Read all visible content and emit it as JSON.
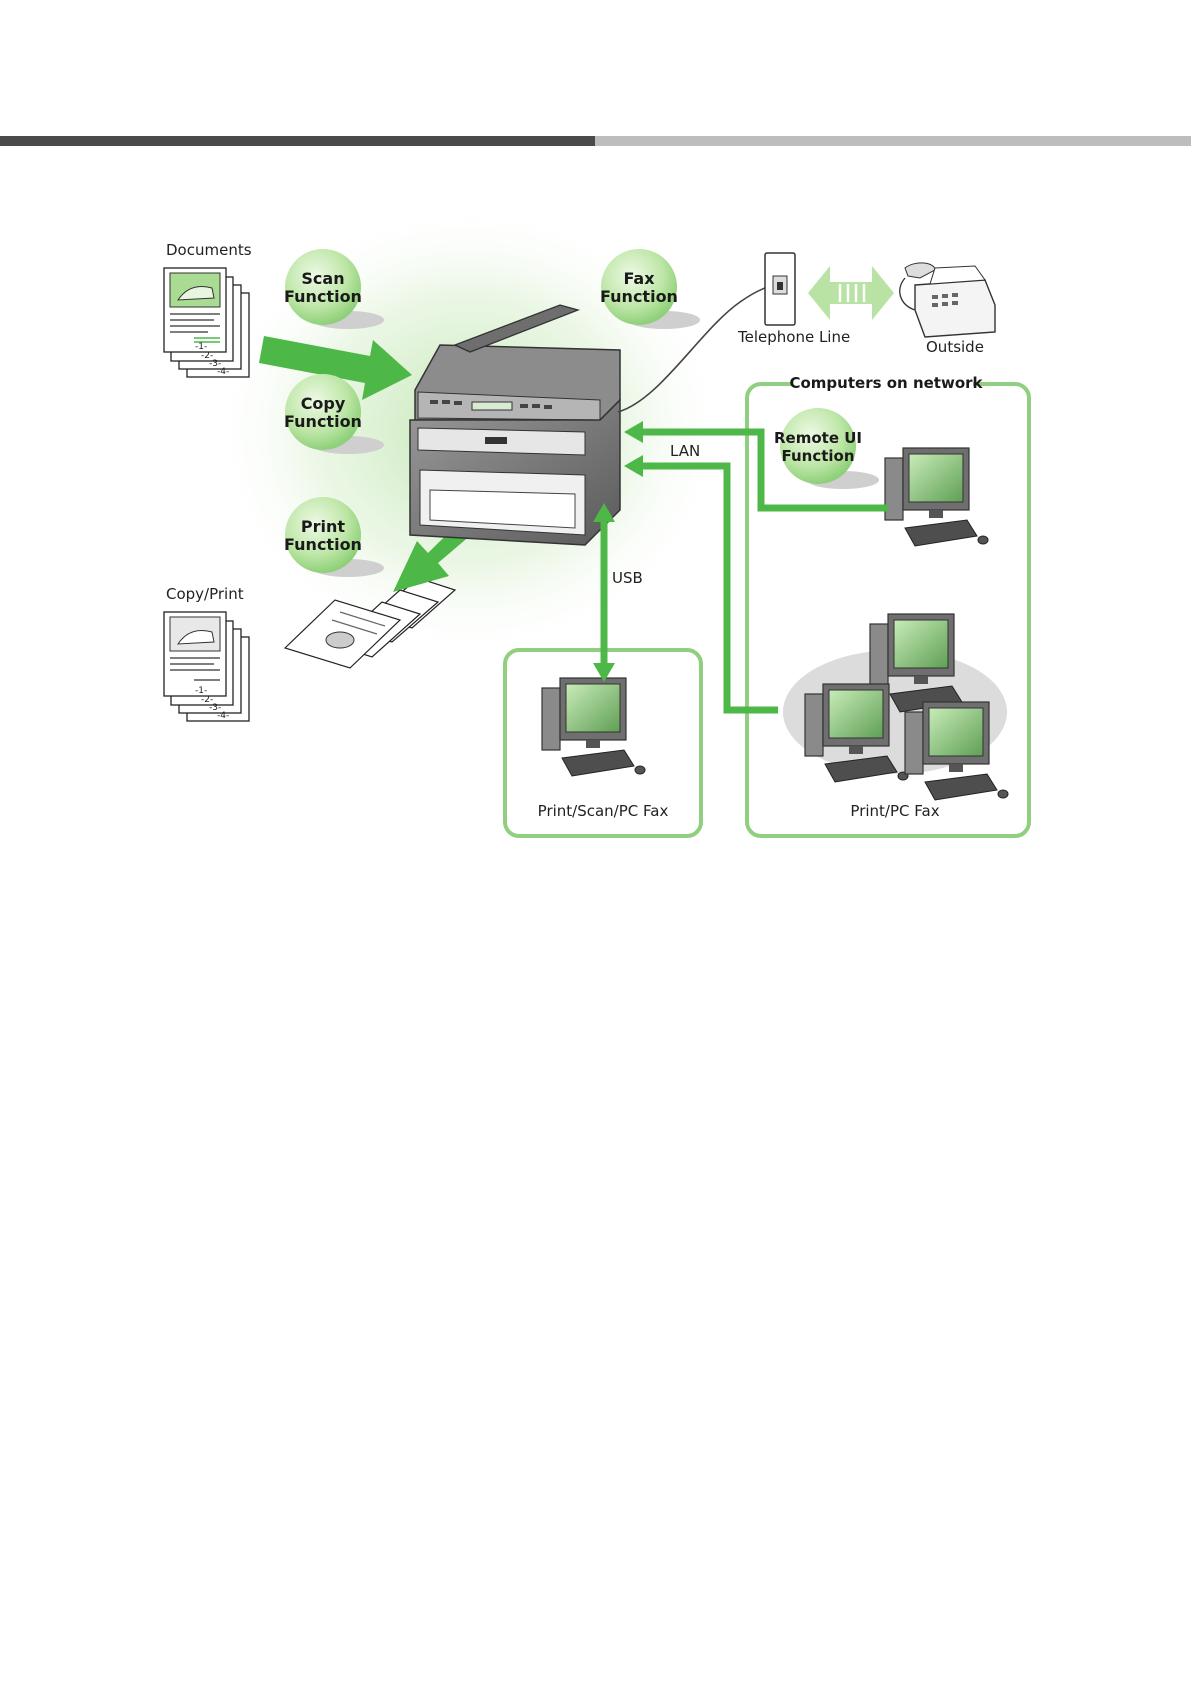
{
  "labels": {
    "documents": "Documents",
    "copy_print": "Copy/Print",
    "telephone_line": "Telephone Line",
    "outside": "Outside",
    "lan": "LAN",
    "usb": "USB",
    "computers_on_network": "Computers on network",
    "usb_group": "Print/Scan/PC Fax",
    "network_group": "Print/PC Fax"
  },
  "functions": {
    "scan": [
      "Scan",
      "Function"
    ],
    "copy": [
      "Copy",
      "Function"
    ],
    "print": [
      "Print",
      "Function"
    ],
    "fax": [
      "Fax",
      "Function"
    ],
    "remote_ui": [
      "Remote UI",
      "Function"
    ]
  },
  "page_labels": [
    "-1-",
    "-2-",
    "-3-",
    "-4-"
  ],
  "colors": {
    "accent_green": "#4db848",
    "box_green": "#8fcf7f",
    "header_dark": "#4a4a4a",
    "header_light": "#bdbdbd"
  }
}
